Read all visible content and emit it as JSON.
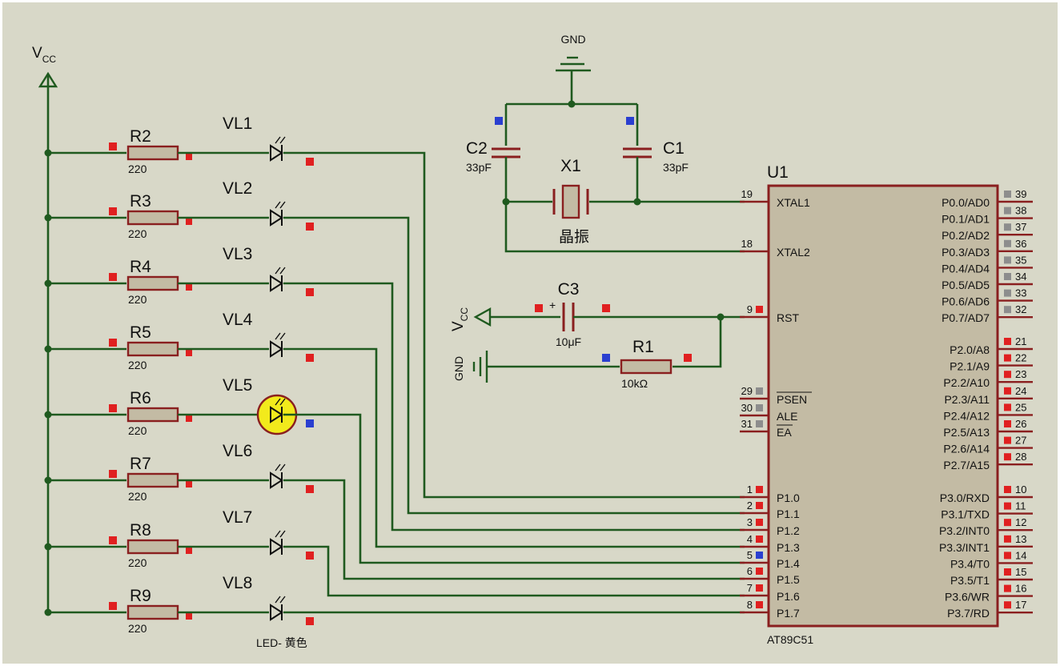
{
  "vcc_top": {
    "main": "V",
    "sub": "CC"
  },
  "vcc_left": {
    "main": "V",
    "sub": "CC"
  },
  "gnd_top": "GND",
  "gnd_left": "GND",
  "resistors": [
    {
      "name": "R2",
      "value": "220"
    },
    {
      "name": "R3",
      "value": "220"
    },
    {
      "name": "R4",
      "value": "220"
    },
    {
      "name": "R5",
      "value": "220"
    },
    {
      "name": "R6",
      "value": "220"
    },
    {
      "name": "R7",
      "value": "220"
    },
    {
      "name": "R8",
      "value": "220"
    },
    {
      "name": "R9",
      "value": "220"
    }
  ],
  "leds": [
    {
      "name": "VL1",
      "lit": false
    },
    {
      "name": "VL2",
      "lit": false
    },
    {
      "name": "VL3",
      "lit": false
    },
    {
      "name": "VL4",
      "lit": false
    },
    {
      "name": "VL5",
      "lit": true
    },
    {
      "name": "VL6",
      "lit": false
    },
    {
      "name": "VL7",
      "lit": false
    },
    {
      "name": "VL8",
      "lit": false
    }
  ],
  "led_type": "LED- 黄色",
  "c1": {
    "name": "C1",
    "value": "33pF"
  },
  "c2": {
    "name": "C2",
    "value": "33pF"
  },
  "c3": {
    "name": "C3",
    "value": "10μF",
    "polarity": "+"
  },
  "r1": {
    "name": "R1",
    "value": "10kΩ"
  },
  "x1": {
    "name": "X1",
    "label": "晶振"
  },
  "chip": {
    "name": "U1",
    "part": "AT89C51",
    "left_pins": [
      {
        "num": "19",
        "name": "XTAL1"
      },
      {
        "num": "18",
        "name": "XTAL2"
      },
      {
        "num": "9",
        "name": "RST"
      },
      {
        "num": "29",
        "name": "PSEN"
      },
      {
        "num": "30",
        "name": "ALE"
      },
      {
        "num": "31",
        "name": "EA"
      },
      {
        "num": "1",
        "name": "P1.0"
      },
      {
        "num": "2",
        "name": "P1.1"
      },
      {
        "num": "3",
        "name": "P1.2"
      },
      {
        "num": "4",
        "name": "P1.3"
      },
      {
        "num": "5",
        "name": "P1.4"
      },
      {
        "num": "6",
        "name": "P1.5"
      },
      {
        "num": "7",
        "name": "P1.6"
      },
      {
        "num": "8",
        "name": "P1.7"
      }
    ],
    "right_pins": [
      {
        "num": "39",
        "name": "P0.0/AD0"
      },
      {
        "num": "38",
        "name": "P0.1/AD1"
      },
      {
        "num": "37",
        "name": "P0.2/AD2"
      },
      {
        "num": "36",
        "name": "P0.3/AD3"
      },
      {
        "num": "35",
        "name": "P0.4/AD4"
      },
      {
        "num": "34",
        "name": "P0.5/AD5"
      },
      {
        "num": "33",
        "name": "P0.6/AD6"
      },
      {
        "num": "32",
        "name": "P0.7/AD7"
      },
      {
        "num": "21",
        "name": "P2.0/A8"
      },
      {
        "num": "22",
        "name": "P2.1/A9"
      },
      {
        "num": "23",
        "name": "P2.2/A10"
      },
      {
        "num": "24",
        "name": "P2.3/A11"
      },
      {
        "num": "25",
        "name": "P2.4/A12"
      },
      {
        "num": "26",
        "name": "P2.5/A13"
      },
      {
        "num": "27",
        "name": "P2.6/A14"
      },
      {
        "num": "28",
        "name": "P2.7/A15"
      },
      {
        "num": "10",
        "name": "P3.0/RXD"
      },
      {
        "num": "11",
        "name": "P3.1/TXD"
      },
      {
        "num": "12",
        "name": "P3.2/INT0"
      },
      {
        "num": "13",
        "name": "P3.3/INT1"
      },
      {
        "num": "14",
        "name": "P3.4/T0"
      },
      {
        "num": "15",
        "name": "P3.5/T1"
      },
      {
        "num": "16",
        "name": "P3.6/WR"
      },
      {
        "num": "17",
        "name": "P3.7/RD"
      }
    ]
  },
  "colors": {
    "background": "#d8d8c8",
    "wire": "#1f5a1f",
    "component_outline": "#8a1f1f",
    "component_fill": "#c3bba4",
    "led_lit": "#f2ea1c",
    "pin_marker_red": "#e02020",
    "pin_marker_blue": "#2a3fd0",
    "pin_marker_grey": "#8d8d8d"
  }
}
